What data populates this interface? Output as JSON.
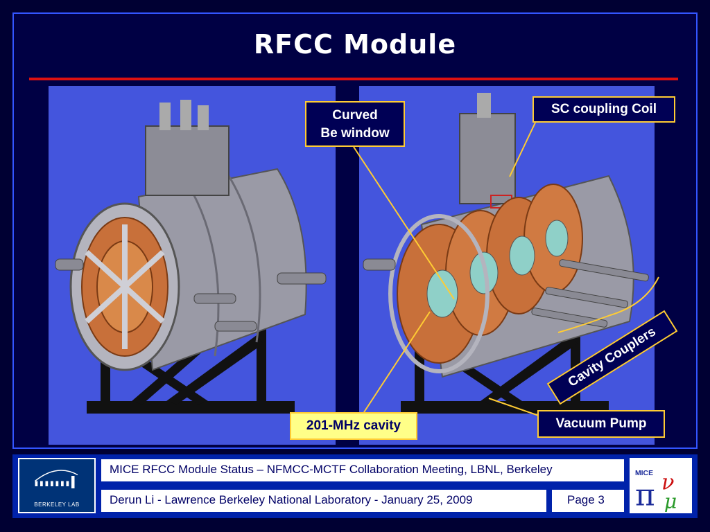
{
  "slide": {
    "title": "RFCC Module"
  },
  "callouts": {
    "curved_line1": "Curved",
    "curved_line2": "Be window",
    "coil": "SC coupling Coil",
    "cavity": "201-MHz cavity",
    "couplers": "Cavity Couplers",
    "pump": "Vacuum Pump"
  },
  "footer": {
    "meeting": "MICE RFCC Module Status – NFMCC-MCTF Collaboration Meeting, LBNL, Berkeley",
    "author": "Derun Li - Lawrence Berkeley National Laboratory - January 25, 2009",
    "page": "Page 3",
    "lab_logo_text": "BERKELEY LAB",
    "mice_logo_text": "MICE"
  },
  "colors": {
    "background": "#000044",
    "accent_red": "#dd1111",
    "callout_border": "#ffcc33",
    "footer_bar": "#0022aa",
    "panel": "#4455dd",
    "copper": "#c8703a"
  }
}
